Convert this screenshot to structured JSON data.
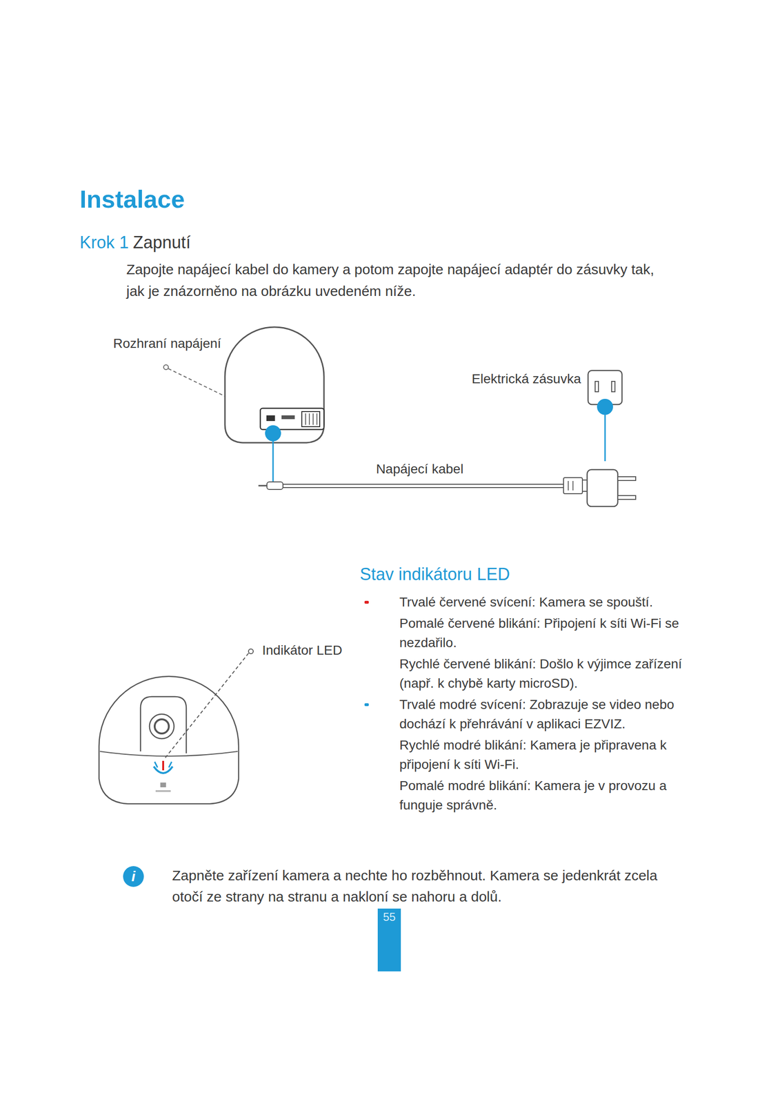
{
  "diagram": {
    "title": "Instalace",
    "nodes": [
      {
        "text": [
          "55"
        ]
      }
    ],
    "labels": [
      "Krok 1",
      "Zapnutí",
      "Zapojte napájecí kabel do kamery a potom zapojte napájecí adaptér do zásuvky tak, jak je znázorněno na obrázku uvedeném níže.",
      "Rozhraní napájení",
      "Elektrická zásuvka",
      "Napájecí kabel",
      "Stav indikátoru LED",
      "Indikátor LED",
      "Trvalé červené svícení: Kamera se spouští.",
      "Pomalé červené blikání: Připojení k síti Wi-Fi se nezdařilo.",
      "Rychlé červené blikání: Došlo k výjimce zařízení (např. k chybě karty microSD).",
      "Trvalé modré svícení: Zobrazuje se video nebo dochází k přehrávání v aplikaci EZVIZ.",
      "Rychlé modré blikání: Kamera je připravena k připojení k síti Wi-Fi.",
      "Pomalé modré blikání: Kamera je v provozu a funguje správně.",
      "i",
      "Zapněte zařízení kamera a nechte ho rozběhnout. Kamera se jedenkrát zcela otočí ze strany na stranu a nakloní se nahoru a dolů."
    ]
  }
}
